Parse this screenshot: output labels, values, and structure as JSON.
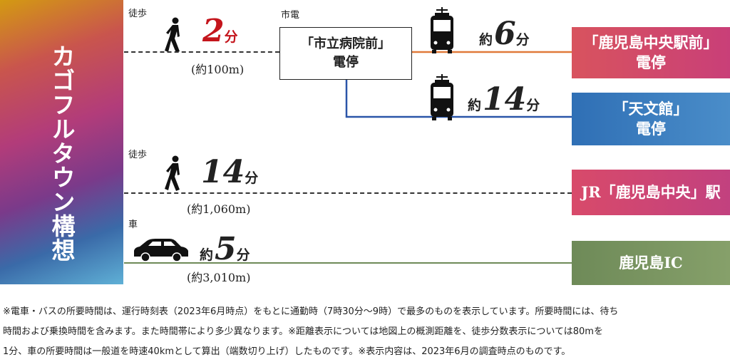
{
  "title": "カゴフルタウン構想",
  "routes": {
    "walk1": {
      "mode_label": "徒歩",
      "time_num": "2",
      "time_unit": "分",
      "distance": "(約100m)"
    },
    "tram": {
      "mode_label": "市電",
      "stop_line1": "「市立病院前」",
      "stop_line2": "電停",
      "to_central": {
        "prefix": "約",
        "time_num": "6",
        "time_unit": "分"
      },
      "to_tenmonkan": {
        "prefix": "約",
        "time_num": "14",
        "time_unit": "分"
      }
    },
    "walk2": {
      "mode_label": "徒歩",
      "time_num": "14",
      "time_unit": "分",
      "distance": "(約1,060m)"
    },
    "car": {
      "mode_label": "車",
      "prefix": "約",
      "time_num": "5",
      "time_unit": "分",
      "distance": "(約3,010m)"
    }
  },
  "destinations": {
    "central_stop": {
      "line1": "「鹿児島中央駅前」",
      "line2": "電停"
    },
    "tenmonkan_stop": {
      "line1": "「天文館」",
      "line2": "電停"
    },
    "jr_station": {
      "line1": "JR「鹿児島中央」駅"
    },
    "ic": {
      "line1": "鹿児島IC"
    }
  },
  "footnote": {
    "line1": "※電車・バスの所要時間は、運行時刻表（2023年6月時点）をもとに通勤時（7時30分〜9時）で最多のものを表示しています。所要時間には、待ち",
    "line2": "時間および乗換時間を含みます。また時間帯により多少異なります。※距離表示については地図上の概測距離を、徒歩分数表示については80mを",
    "line3": "1分、車の所要時間は一般道を時速40kmとして算出（端数切り上げ）したものです。※表示内容は、2023年6月の調査時点のものです。"
  },
  "colors": {
    "tram_to_central": "#e07a3a",
    "tram_to_tenmonkan": "#2a55a8",
    "car_line": "#6e8a58",
    "accent_red": "#c4151c"
  },
  "icons": [
    "walking-person-icon",
    "tram-icon",
    "car-icon"
  ]
}
